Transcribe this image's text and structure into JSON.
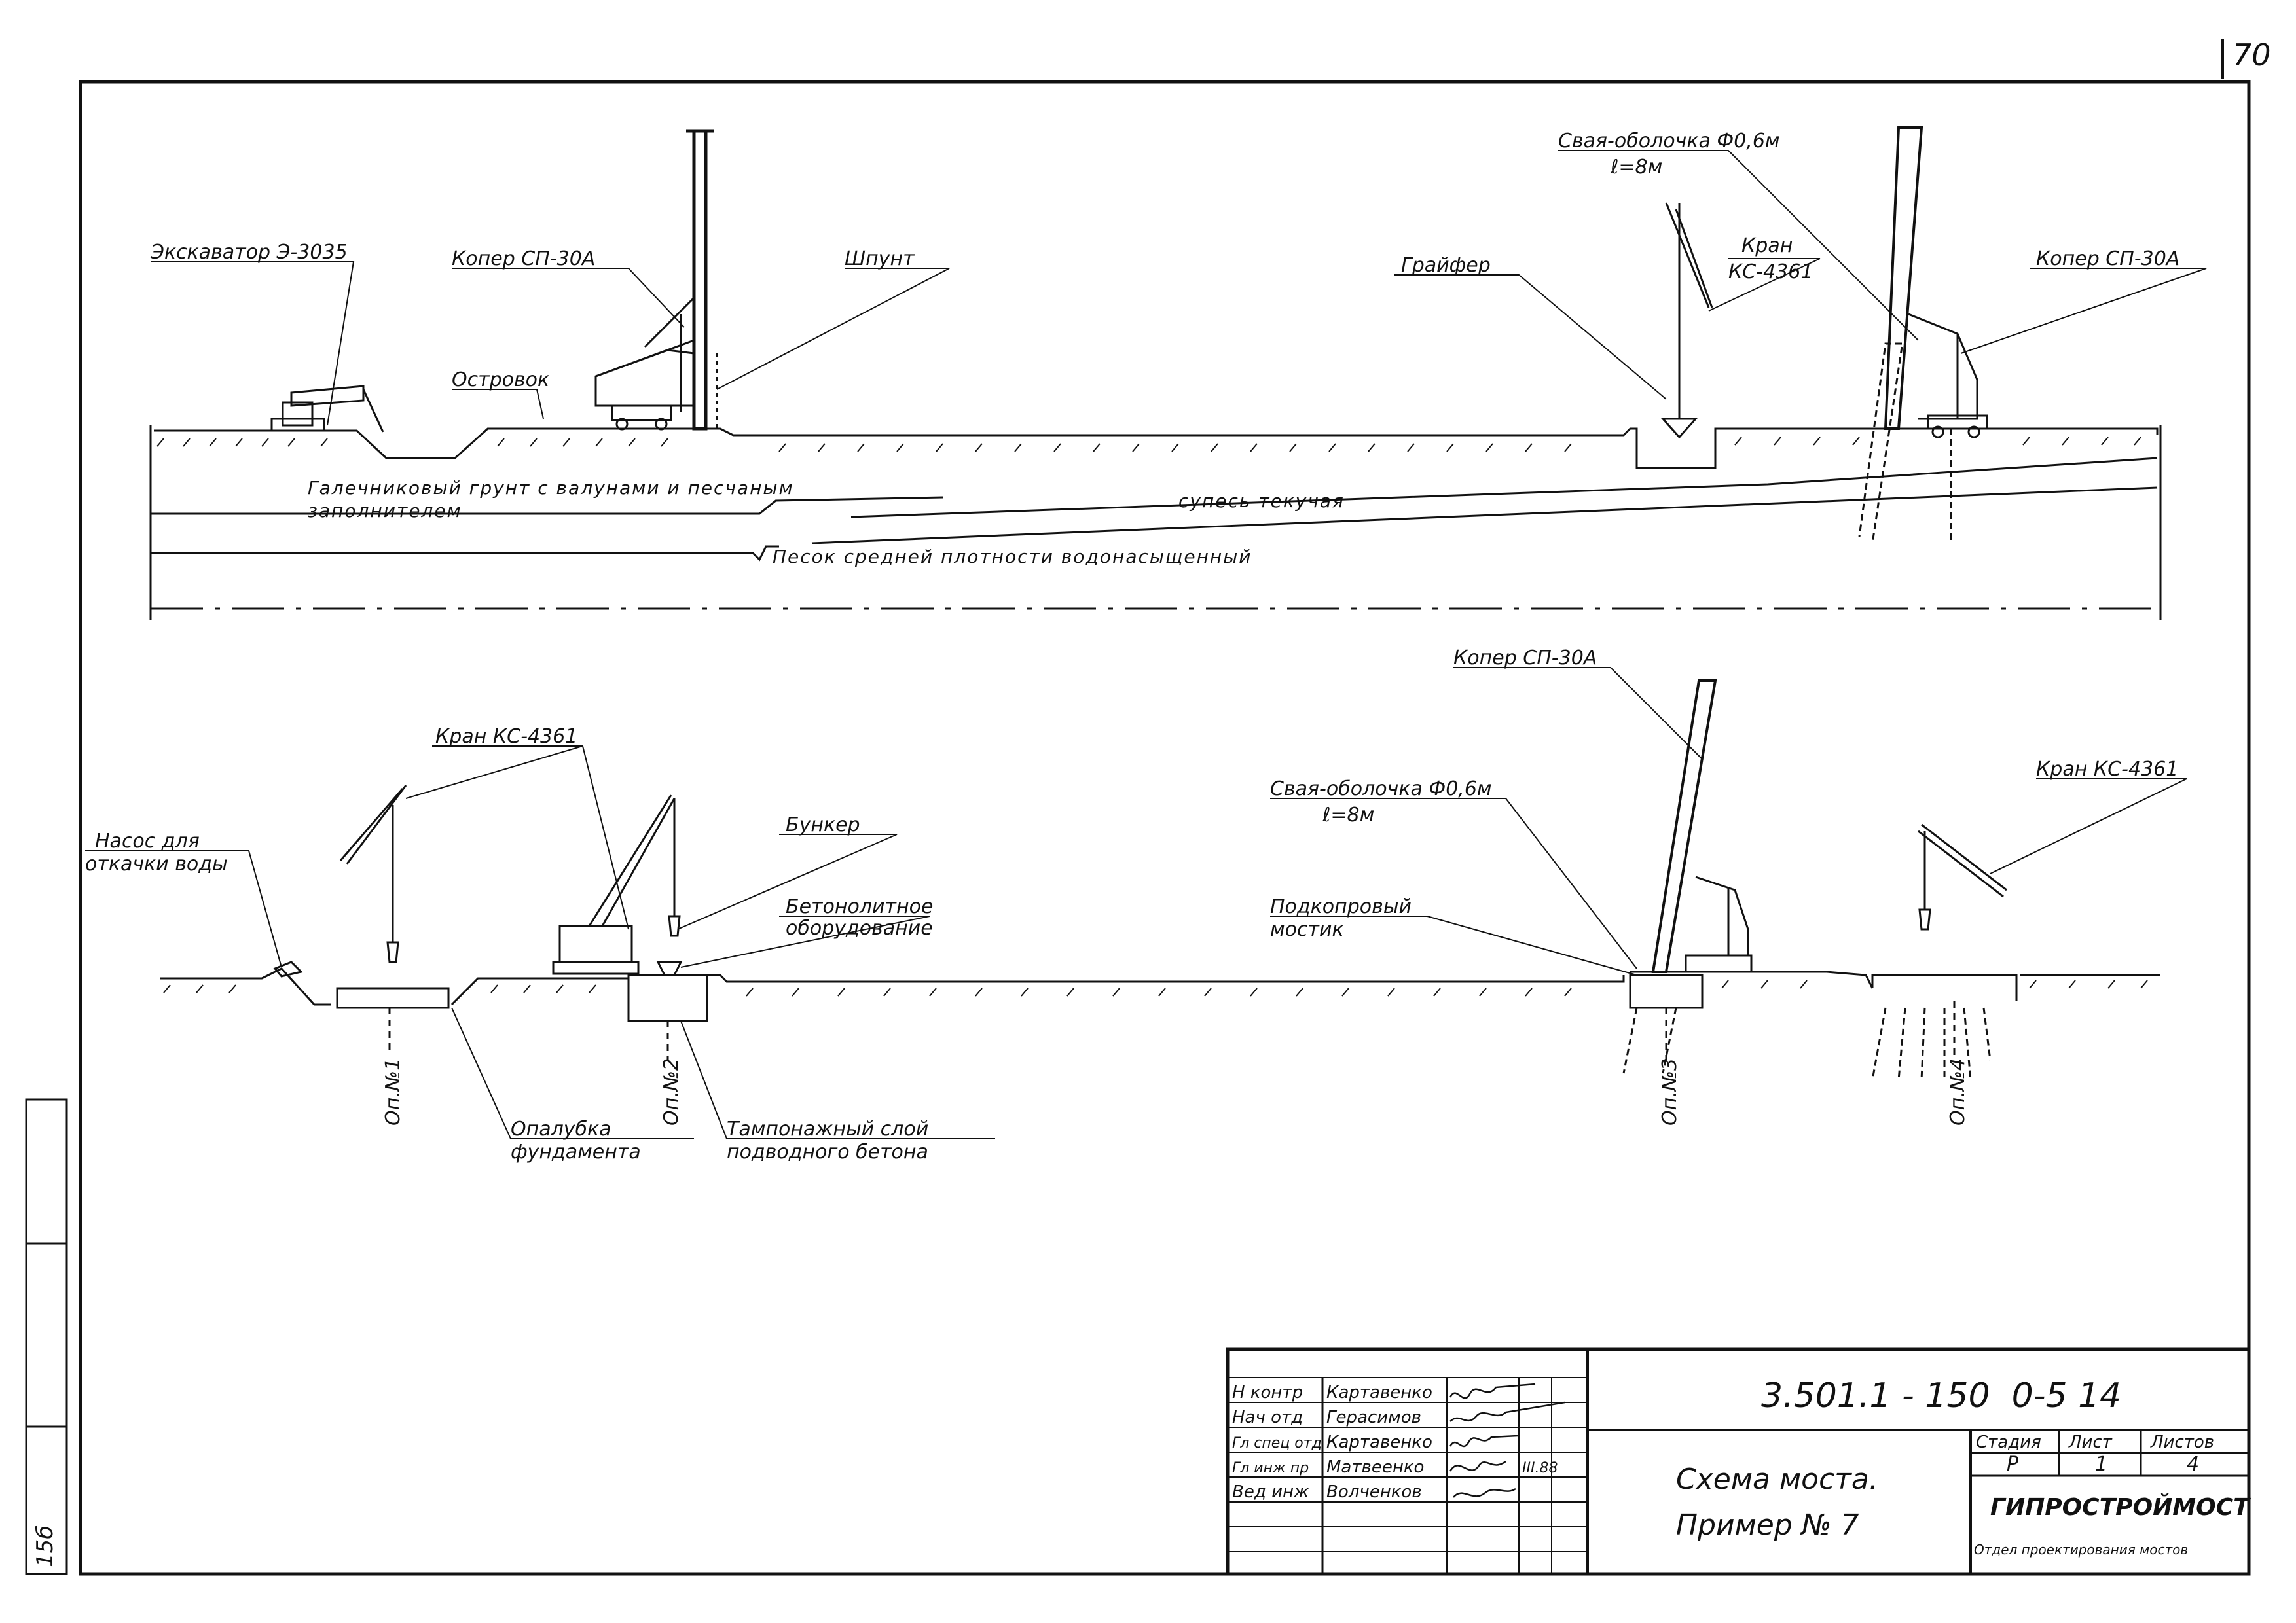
{
  "page_number": "70",
  "top_profile": {
    "labels": {
      "excavator": "Экскаватор Э-3035",
      "piledriver_left": "Копер СП-30А",
      "sheet_pile": "Шпунт",
      "islet": "Островок",
      "grab": "Грайфер",
      "shell_pile": "Свая-оболочка Ф0,6м",
      "shell_pile_len": "ℓ=8м",
      "crane": "Кран",
      "crane_model": "КС-4361",
      "piledriver_right": "Копер СП-30А"
    },
    "soils": {
      "gravel_1": "Галечниковый грунт с валунами и песчаным",
      "gravel_2": "заполнителем",
      "sandy_loam": "супесь текучая",
      "sand": "Песок средней плотности водонасыщенный"
    }
  },
  "bottom_profile": {
    "labels": {
      "pump_1": "Насос для",
      "pump_2": "откачки воды",
      "crane_left": "Кран КС-4361",
      "bunker": "Бункер",
      "concrete_1": "Бетонолитное",
      "concrete_2": "оборудование",
      "shell_pile": "Свая-оболочка Ф0,6м",
      "shell_pile_len": "ℓ=8м",
      "piledriver": "Копер СП-30А",
      "platform_1": "Подкопровый",
      "platform_2": "мостик",
      "crane_right": "Кран КС-4361",
      "formwork_1": "Опалубка",
      "formwork_2": "фундамента",
      "tremie_1": "Тампонажный слой",
      "tremie_2": "подводного бетона"
    },
    "supports": [
      "Оп.№1",
      "Оп.№2",
      "Оп.№3",
      "Оп.№4"
    ]
  },
  "title_block": {
    "signatures": [
      {
        "role": "Н контр",
        "name": "Картавенко"
      },
      {
        "role": "Нач отд",
        "name": "Герасимов"
      },
      {
        "role": "Гл спец отд",
        "name": "Картавенко"
      },
      {
        "role": "Гл инж пр",
        "name": "Матвеенко"
      },
      {
        "role": "Вед инж",
        "name": "Волченков"
      }
    ],
    "date": "III.88",
    "doc_code": "3.501.1 - 150  0-5 14",
    "title_1": "Схема моста.",
    "title_2": "Пример № 7",
    "stage_header": "Стадия",
    "sheet_header": "Лист",
    "sheets_header": "Листов",
    "stage": "Р",
    "sheet": "1",
    "sheets": "4",
    "org": "ГИПРОСТРОЙМОСТ",
    "dept": "Отдел проектирования мостов"
  },
  "margin_stamp": "15б"
}
